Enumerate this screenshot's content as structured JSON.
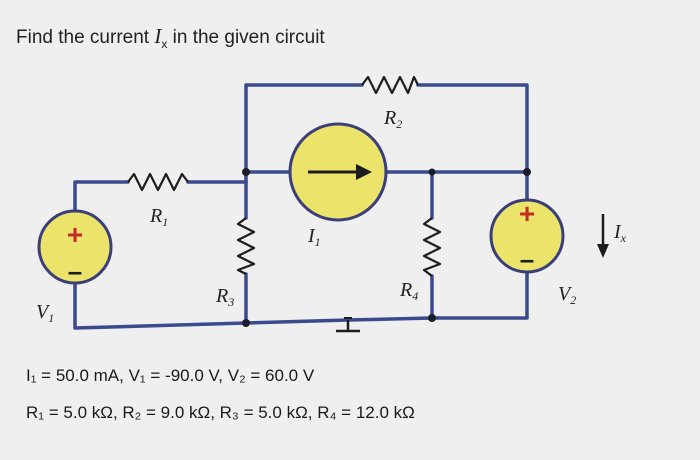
{
  "question": {
    "prefix": "Find the current ",
    "var": "I",
    "var_sub": "x",
    "suffix": " in the given circuit"
  },
  "circuit": {
    "R1": {
      "base": "R",
      "sub": "1"
    },
    "R2": {
      "base": "R",
      "sub": "2"
    },
    "R3": {
      "base": "R",
      "sub": "3"
    },
    "R4": {
      "base": "R",
      "sub": "4"
    },
    "I1": {
      "base": "I",
      "sub": "1"
    },
    "V1": {
      "base": "V",
      "sub": "1"
    },
    "V2": {
      "base": "V",
      "sub": "2"
    },
    "Ix": {
      "base": "I",
      "sub": "x"
    },
    "plus": "+",
    "minus": "–"
  },
  "given": {
    "line1": "I₁ = 50.0 mA, V₁ = -90.0 V, V₂ = 60.0 V",
    "line2": "R₁ = 5.0 kΩ, R₂ = 9.0 kΩ, R₃ = 5.0 kΩ, R₄ = 12.0 kΩ"
  },
  "colors": {
    "wire": "#3a4a8c",
    "source_fill": "#ece46a",
    "background": "#efefef"
  }
}
